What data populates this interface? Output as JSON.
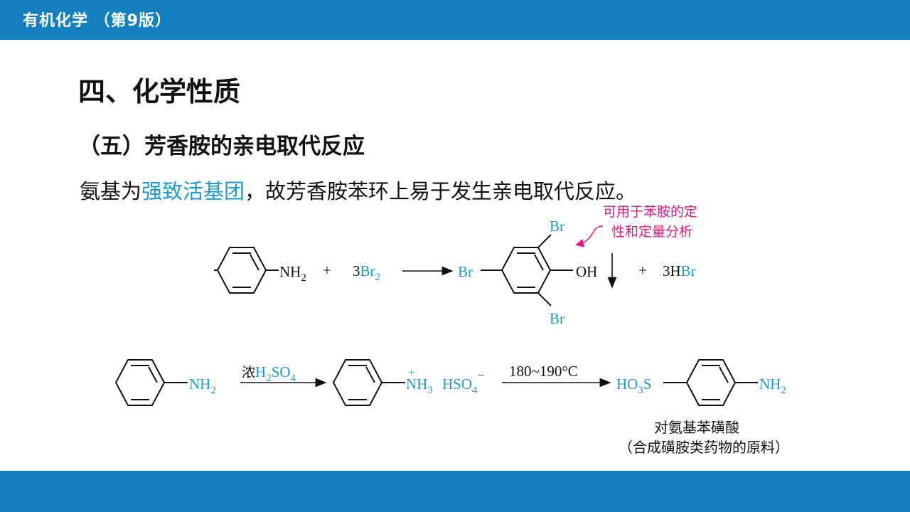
{
  "header": {
    "course_title": "有机化学 （第9版）"
  },
  "page": {
    "heading": "四、化学性质",
    "subheading": "（五）芳香胺的亲电取代反应",
    "intro_prefix": "氨基为",
    "intro_highlight": "强致活基团",
    "intro_suffix": "，故芳香胺苯环上易于发生亲电取代反应。"
  },
  "note": {
    "line1": "可用于苯胺的定",
    "line2": "性和定量分析"
  },
  "reaction1": {
    "nh2": "NH",
    "nh2_sub": "2",
    "plus1": "+",
    "coef": "3",
    "br2": "Br",
    "br2_sub": "2",
    "br_top": "Br",
    "br_left": "Br",
    "br_bottom": "Br",
    "oh": "OH",
    "plus2": "+",
    "hbr_coef": "3H",
    "hbr_br": "Br"
  },
  "reaction2": {
    "nh2": "NH",
    "nh2_sub": "2",
    "reagent_cn": "浓",
    "reagent": "H",
    "reagent_sub1": "2",
    "reagent_mid": "SO",
    "reagent_sub2": "4",
    "plus_charge": "+",
    "nh3": "NH",
    "nh3_sub": "3",
    "hso4": "HSO",
    "hso4_sub": "4",
    "minus_charge": "−",
    "condition": "180~190°C",
    "ho3s": "HO",
    "ho3s_sub": "3",
    "ho3s_s": "S",
    "product_nh2": "NH",
    "product_nh2_sub": "2",
    "product_name": "对氨基苯磺酸",
    "product_use": "（合成磺胺类药物的原料）"
  },
  "colors": {
    "bar": "#1580bf",
    "accent": "#1b9ad1",
    "note": "#e0197a"
  }
}
